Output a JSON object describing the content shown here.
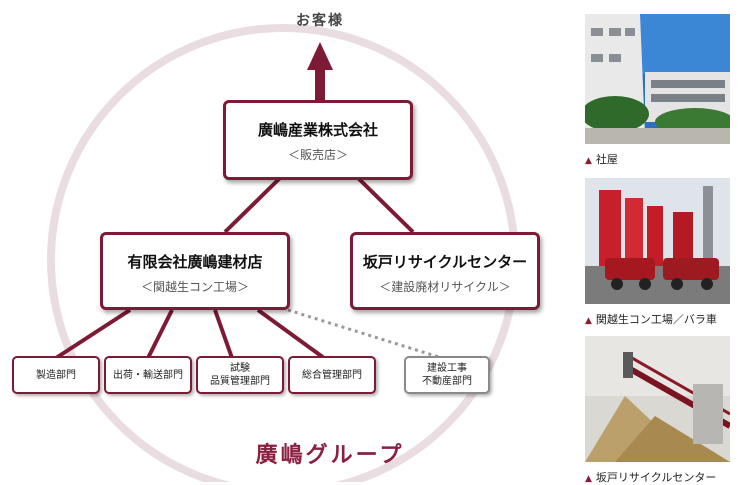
{
  "diagram": {
    "customers_label": "お客様",
    "head_company": {
      "name": "廣嶋産業株式会社",
      "sub": "＜販売店＞"
    },
    "sub_company": {
      "name": "有限会社廣嶋建材店",
      "sub": "＜関越生コン工場＞"
    },
    "recycle_center": {
      "name": "坂戸リサイクルセンター",
      "sub": "＜建設廃材リサイクル＞"
    },
    "departments": [
      {
        "label": "製造部門"
      },
      {
        "label": "出荷・輸送部門"
      },
      {
        "label": "試験\n品質管理部門"
      },
      {
        "label": "総合管理部門"
      }
    ],
    "external_department": {
      "label": "建設工事\n不動産部門"
    },
    "group_label": "廣嶋グループ",
    "colors": {
      "accent": "#7d1a35",
      "ring": "#eadde2",
      "dotted": "#999999"
    }
  },
  "photos": [
    {
      "caption": "社屋"
    },
    {
      "caption": "関越生コン工場／バラ車"
    },
    {
      "caption": "坂戸リサイクルセンター"
    }
  ]
}
